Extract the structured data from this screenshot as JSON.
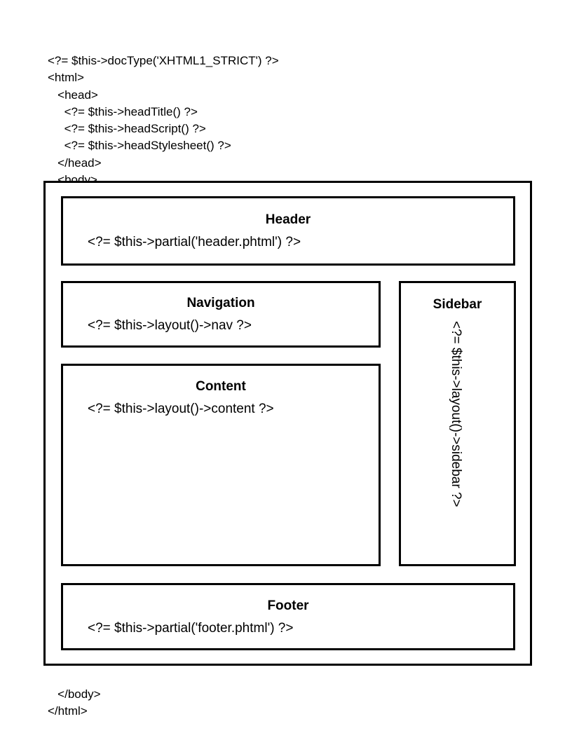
{
  "code_top": "<?= $this->docType('XHTML1_STRICT') ?>\n<html>\n   <head>\n     <?= $this->headTitle() ?>\n     <?= $this->headScript() ?>\n     <?= $this->headStylesheet() ?>\n   </head>\n   <body>",
  "code_bottom": "   </body>\n</html>",
  "diagram": {
    "regions": {
      "header": {
        "title": "Header",
        "code": "<?= $this->partial('header.phtml') ?>"
      },
      "navigation": {
        "title": "Navigation",
        "code": "<?= $this->layout()->nav ?>"
      },
      "content": {
        "title": "Content",
        "code": "<?= $this->layout()->content ?>"
      },
      "sidebar": {
        "title": "Sidebar",
        "code": "<?= $this->layout()->sidebar ?>"
      },
      "footer": {
        "title": "Footer",
        "code": "<?= $this->partial('footer.phtml') ?>"
      }
    }
  },
  "colors": {
    "background": "#ffffff",
    "stroke": "#000000",
    "text": "#000000"
  }
}
